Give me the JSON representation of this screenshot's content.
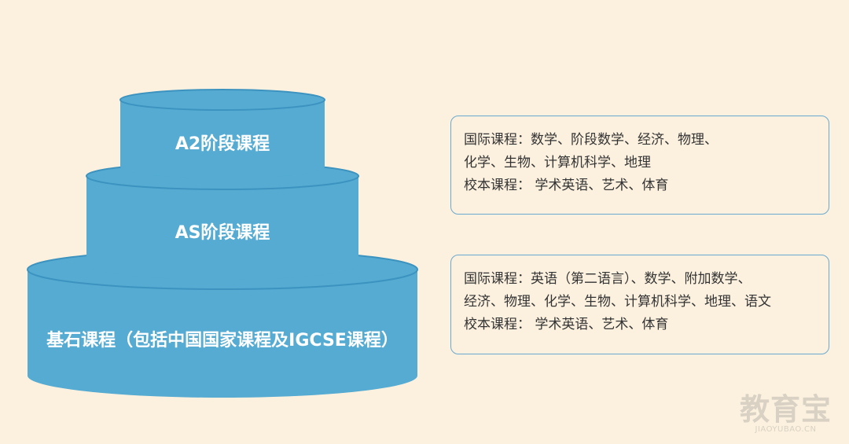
{
  "tiers": {
    "a2": {
      "label": "A2阶段课程"
    },
    "as": {
      "label": "AS阶段课程"
    },
    "base": {
      "label": "基石课程（包括中国国家课程及IGCSE课程）"
    }
  },
  "boxes": {
    "a2": {
      "lines": [
        "国际课程：数学、阶段数学、经济、物理、",
        "化学、生物、计算机科学、地理",
        "校本课程： 学术英语、艺术、体育"
      ]
    },
    "as": {
      "lines": [
        "国际课程：英语（第二语言）、数学、附加数学、",
        "经济、物理、化学、生物、计算机科学、地理、语文",
        "校本课程： 学术英语、艺术、体育"
      ]
    }
  },
  "watermark": {
    "logo": "教育宝",
    "url": "JIAOYUBAO.CN"
  },
  "colors": {
    "background": "#fcf1df",
    "tier_fill": "#55abd2",
    "tier_rim": "#3c93bf",
    "box_border": "#6aa9cf"
  }
}
